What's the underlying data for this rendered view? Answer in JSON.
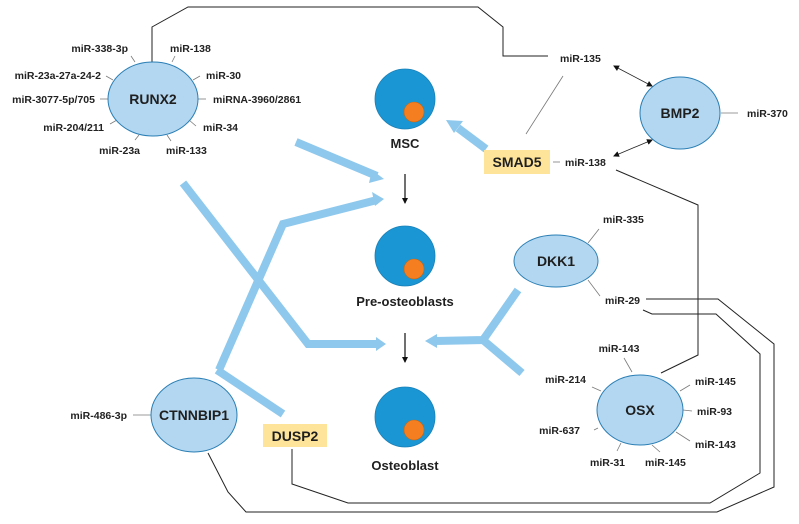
{
  "genes": {
    "runx2": "RUNX2",
    "bmp2": "BMP2",
    "dkk1": "DKK1",
    "osx": "OSX",
    "ctnnbip1": "CTNNBIP1",
    "smad5": "SMAD5",
    "dusp2": "DUSP2"
  },
  "runx2_mirnas": [
    "miR-338-3p",
    "miR-138",
    "miR-23a-27a-24-2",
    "miR-30",
    "miR-3077-5p/705",
    "miRNA-3960/2861",
    "miR-204/211",
    "miR-34",
    "miR-23a",
    "miR-133"
  ],
  "bmp2_mirnas": [
    "miR-135",
    "miR-138",
    "miR-370"
  ],
  "dkk1_mirnas": [
    "miR-335",
    "miR-29"
  ],
  "osx_mirnas": [
    "miR-143",
    "miR-214",
    "miR-145",
    "miR-93",
    "miR-637",
    "miR-143",
    "miR-31",
    "miR-145"
  ],
  "ctnnbip1_mirnas": [
    "miR-486-3p"
  ],
  "cells": [
    "MSC",
    "Pre-osteoblasts",
    "Osteoblast"
  ],
  "colors": {
    "gene_fill": "#b3d7f0",
    "gene_stroke": "#2b7fb5",
    "cell_fill": "#1a96d4",
    "nucleus_fill": "#f57f20",
    "highlight_box": "#fde49a",
    "arrow_blue": "#8ec8ec"
  }
}
